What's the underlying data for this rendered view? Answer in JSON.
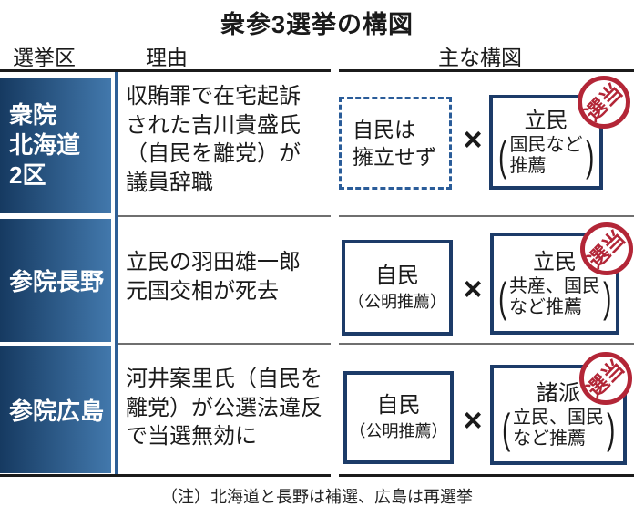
{
  "title": "衆参3選挙の構図",
  "columns": {
    "district": "選挙区",
    "reason": "理由",
    "structure": "主な構図"
  },
  "vs_symbol": "×",
  "glyphs": {
    "open_paren": "(",
    "close_paren": ")"
  },
  "stamp": {
    "label": "当選",
    "chars": [
      "当",
      "選"
    ]
  },
  "colors": {
    "district_gradient_dark": "#163a61",
    "district_gradient_light": "#4278ac",
    "box_border": "#1c3b68",
    "dotted_border": "#2a5c99",
    "stamp_red": "#b32637"
  },
  "rows": [
    {
      "district": "衆院\n北海道\n2区",
      "reason": "収賄罪で在宅起訴\nされた吉川貴盛氏\n（自民を離党）が\n議員辞職",
      "left_box": {
        "type": "no-candidate",
        "text": "自民は\n擁立せず"
      },
      "right_box": {
        "party": "立民",
        "paren_lines": "国民など\n推薦",
        "elected": true
      }
    },
    {
      "district": "参院長野",
      "reason": "立民の羽田雄一郎\n元国交相が死去",
      "left_box": {
        "type": "party",
        "party": "自民",
        "paren_note": "（公明推薦）"
      },
      "right_box": {
        "party": "立民",
        "paren_lines": "共産、国民\nなど推薦",
        "elected": true
      }
    },
    {
      "district": "参院広島",
      "reason": "河井案里氏（自民を\n離党）が公選法違反\nで当選無効に",
      "left_box": {
        "type": "party",
        "party": "自民",
        "paren_note": "（公明推薦）"
      },
      "right_box": {
        "party": "諸派",
        "paren_lines": "立民、国民\nなど推薦",
        "elected": true
      }
    }
  ],
  "note": "（注）北海道と長野は補選、広島は再選挙"
}
